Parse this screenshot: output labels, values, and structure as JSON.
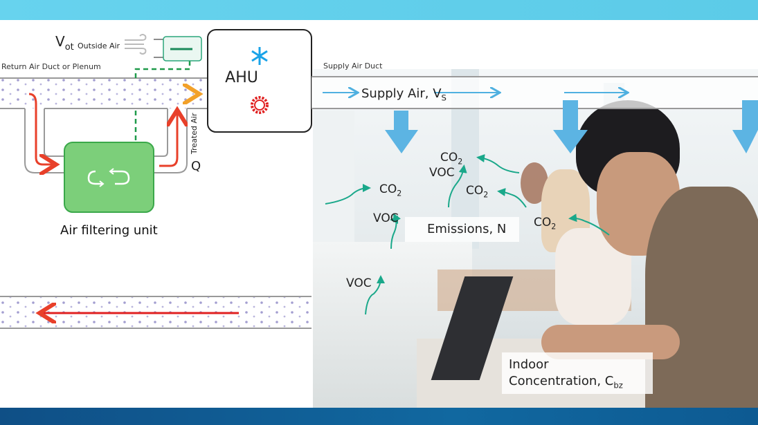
{
  "diagram": {
    "outside_air_symbol": "V",
    "outside_air_subscript": "ot",
    "outside_air_label": "Outside Air",
    "return_duct_label": "Return Air Duct or Plenum",
    "ahu_label": "AHU",
    "treated_air_label": "Treated Air",
    "q_label": "Q",
    "filter_unit_label": "Air filtering unit",
    "supply_duct_label": "Supply Air Duct",
    "supply_air_label": "Supply Air, V",
    "supply_air_subscript": "S",
    "emissions_label": "Emissions, N",
    "indoor_label_line1": "Indoor",
    "indoor_label_line2": "Concentration, C",
    "indoor_label_subscript": "bz",
    "co2_main": "CO",
    "co2_sub": "2",
    "voc": "VOC"
  },
  "colors": {
    "top_band": "#5fd0ea",
    "bottom_band": "#0f5a90",
    "supply_blue": "#4fb0e0",
    "filter_green": "#6cc56c",
    "emission_green": "#1aa88a",
    "return_red": "#e8402a"
  }
}
